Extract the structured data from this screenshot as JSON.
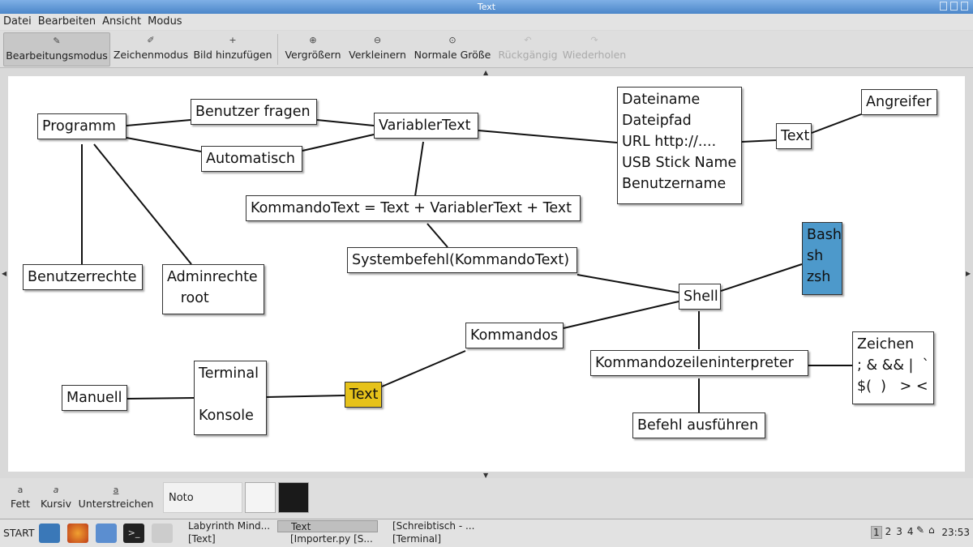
{
  "window": {
    "title": "Text"
  },
  "menu": [
    "Datei",
    "Bearbeiten",
    "Ansicht",
    "Modus"
  ],
  "toolbar": {
    "edit_mode": "Bearbeitungsmodus",
    "draw_mode": "Zeichenmodus",
    "add_image": "Bild hinzufügen",
    "zoom_in": "Vergrößern",
    "zoom_out": "Verkleinern",
    "normal_size": "Normale Größe",
    "undo": "Rückgängig",
    "redo": "Wiederholen"
  },
  "nodes": {
    "programm": "Programm",
    "benutzer_fragen": "Benutzer fragen",
    "automatisch": "Automatisch",
    "variablertext": "VariablerText",
    "datei_list": "Dateiname\nDateipfad\nURL http://....\nUSB Stick Name\nBenutzername",
    "text_right": "Text",
    "angreifer": "Angreifer",
    "kommandotext": "KommandoText = Text + VariablerText + Text",
    "systembefehl": "Systembefehl(KommandoText)",
    "benutzerrechte": "Benutzerrechte",
    "adminrechte": "Adminrechte\n   root",
    "shells": "Bash\nsh\nzsh",
    "shell": "Shell",
    "kommandos": "Kommandos",
    "zeichen": "Zeichen\n; & && |  `\n$(  )   > <",
    "kommandozeileninterpreter": "Kommandozeileninterpreter",
    "terminal": "Terminal\n\nKonsole",
    "manuell": "Manuell",
    "text_yellow": "Text",
    "befehl_ausfuehren": "Befehl ausführen"
  },
  "colors": {
    "highlight_yellow": "#e6c21a",
    "highlight_blue": "#4d99cb"
  },
  "format": {
    "bold": "Fett",
    "italic": "Kursiv",
    "underline": "Unterstreichen",
    "font_name": "Noto Sans",
    "font_size": "16"
  },
  "taskbar": {
    "start": "START",
    "tasks": [
      "Labyrinth Mind...",
      "Text",
      "[Schreibtisch - ...",
      "[Text]",
      "[Importer.py [S...",
      "[Terminal]"
    ],
    "workspaces": [
      "1",
      "2",
      "3",
      "4"
    ],
    "clock": "23:53"
  }
}
